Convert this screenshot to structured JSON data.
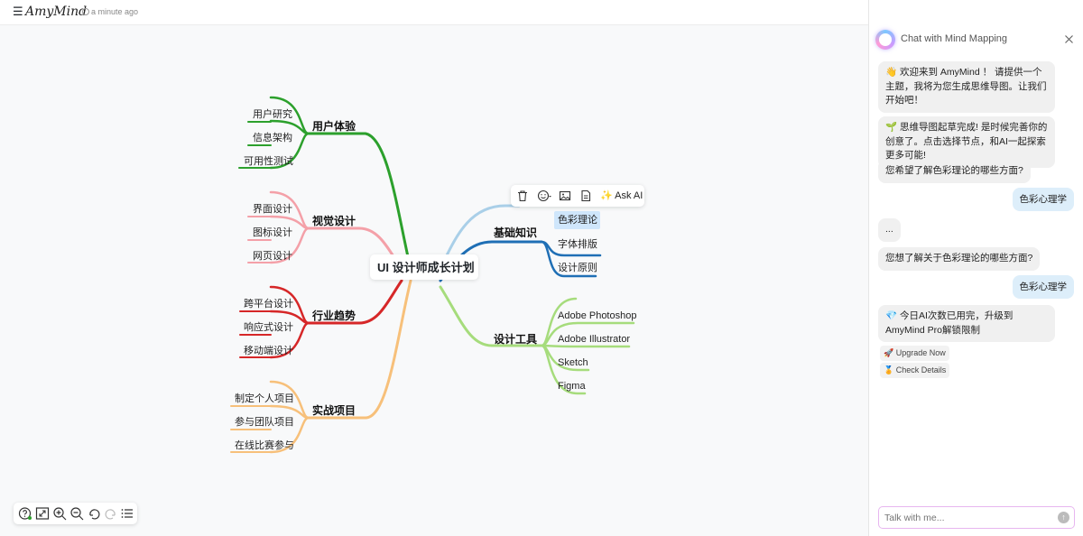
{
  "app": {
    "logo": "AmyMind",
    "saved_status": "a minute ago"
  },
  "mindmap": {
    "root": "UI 设计师成长计划",
    "branches": [
      {
        "title": "用户体验",
        "color": "#2ca02c",
        "children": [
          "用户研究",
          "信息架构",
          "可用性测试"
        ]
      },
      {
        "title": "视觉设计",
        "color": "#f4a0a8",
        "children": [
          "界面设计",
          "图标设计",
          "网页设计"
        ]
      },
      {
        "title": "行业趋势",
        "color": "#d62728",
        "children": [
          "跨平台设计",
          "响应式设计",
          "移动端设计"
        ]
      },
      {
        "title": "实战项目",
        "color": "#f7c07a",
        "children": [
          "制定个人项目",
          "参与团队项目",
          "在线比赛参与"
        ]
      },
      {
        "title": "基础知识",
        "color": "#1f6fb5",
        "children": [
          "色彩理论",
          "字体排版",
          "设计原则"
        ]
      },
      {
        "title": "设计工具",
        "color": "#a6dc7c",
        "children": [
          "Adobe Photoshop",
          "Adobe Illustrator",
          "Sketch",
          "Figma"
        ]
      }
    ],
    "selected_node": "色彩理论",
    "node_toolbar": {
      "ask_ai": "✨ Ask AI",
      "icons": [
        "trash-icon",
        "emoji-icon",
        "image-icon",
        "note-icon"
      ]
    }
  },
  "bottom_toolbar": {
    "icons": [
      "help-icon",
      "fit-screen-icon",
      "zoom-in-icon",
      "zoom-out-icon",
      "undo-icon",
      "redo-icon",
      "outline-icon"
    ]
  },
  "chat": {
    "title": "Chat with Mind Mapping",
    "messages": [
      {
        "role": "ai",
        "text": "👋 欢迎来到 AmyMind ！ 请提供一个主题，我将为您生成思维导图。让我们开始吧！"
      },
      {
        "role": "ai",
        "text": "🌱 思维导图起草完成! 是时候完善你的创意了。点击选择节点，和AI一起探索更多可能!"
      },
      {
        "role": "ai",
        "text": "您希望了解色彩理论的哪些方面?"
      },
      {
        "role": "user",
        "text": "色彩心理学"
      },
      {
        "role": "ai",
        "text": "..."
      },
      {
        "role": "ai",
        "text": "您想了解关于色彩理论的哪些方面?"
      },
      {
        "role": "user",
        "text": "色彩心理学"
      },
      {
        "role": "ai",
        "text": "💎 今日AI次数已用完，升级到AmyMind Pro解锁限制"
      }
    ],
    "actions": [
      "🚀 Upgrade Now",
      "🏅 Check Details"
    ],
    "input_placeholder": "Talk with me..."
  }
}
